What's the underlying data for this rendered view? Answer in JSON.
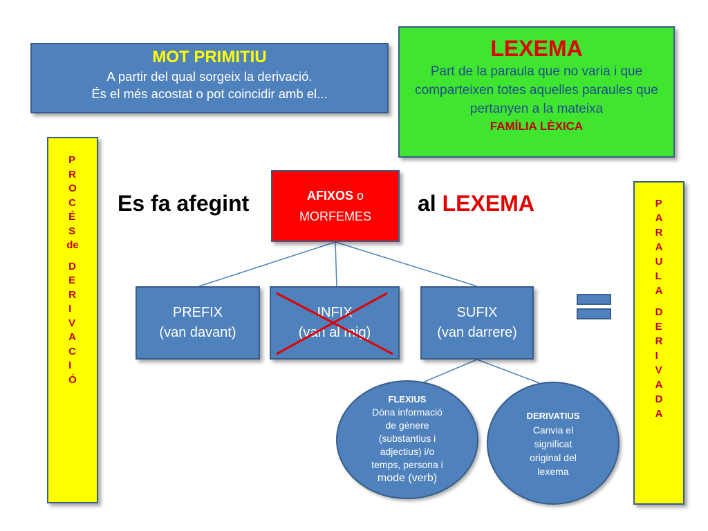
{
  "mot_primitiu": {
    "title": "MOT PRIMITIU",
    "line1": "A partir del qual sorgeix la derivació.",
    "line2": "És el més acostat o pot coincidir amb el..."
  },
  "lexema": {
    "title": "LEXEMA",
    "description": "Part de la paraula que no varia i que comparteixen totes aquelles paraules que pertanyen a la mateixa",
    "family": "FAMÍLIA LÈXICA"
  },
  "left_bar": {
    "text": "PROCÉS de DERIVACIÓ",
    "letters_1": [
      "P",
      "R",
      "O",
      "C",
      "É",
      "S"
    ],
    "word_2": "de",
    "letters_3": [
      "D",
      "E",
      "R",
      "I",
      "V",
      "A",
      "C",
      "I",
      "Ó"
    ]
  },
  "right_bar": {
    "text": "PARAULA DERIVADA",
    "letters_1": [
      "P",
      "A",
      "R",
      "A",
      "U",
      "L",
      "A"
    ],
    "letters_2": [
      "D",
      "E",
      "R",
      "I",
      "V",
      "A",
      "D",
      "A"
    ]
  },
  "headline": {
    "left": "Es fa afegint",
    "right_prefix": "al",
    "right_highlight": "LEXEMA"
  },
  "afixos": {
    "bold": "AFIXOS",
    "connector": "o",
    "line2": "MORFEMES"
  },
  "prefix": {
    "name": "PREFIX",
    "desc": "(van davant)"
  },
  "infix": {
    "name": "INFIX",
    "desc": "(van al mig)",
    "crossed_out": true
  },
  "sufix": {
    "name": "SUFIX",
    "desc": "(van darrere)"
  },
  "flexius": {
    "title": "FLEXIUS",
    "lines": [
      "Dóna informació",
      "de gènere",
      "(substantius i",
      "adjectius) i/o",
      "temps, persona i"
    ],
    "last": "mode (verb)"
  },
  "derivatius": {
    "title": "DERIVATIUS",
    "lines": [
      "Canvia el",
      "significat",
      "original del",
      "lexema"
    ]
  },
  "colors": {
    "blue": "#4f81bd",
    "green": "#3fe52e",
    "red": "#ff0000",
    "yellow": "#ffff00"
  }
}
